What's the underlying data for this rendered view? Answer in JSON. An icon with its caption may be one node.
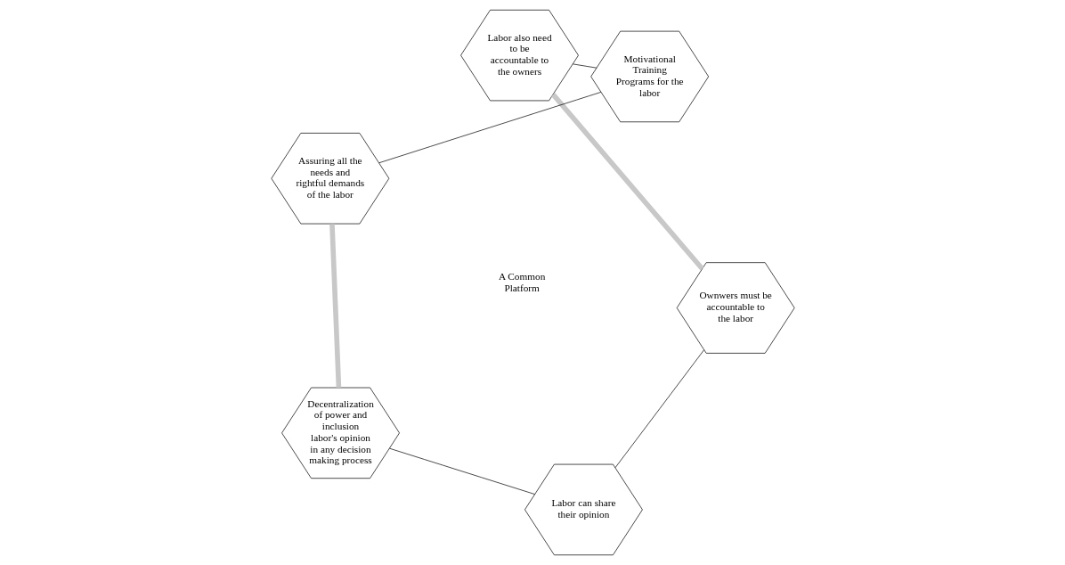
{
  "diagram": {
    "nodes": [
      {
        "text": [
          "A Common Platform"
        ]
      },
      {
        "text": [
          "Labor can share their opinion"
        ]
      },
      {
        "text": [
          "Ownwers must be accountable to the labor"
        ]
      },
      {
        "text": [
          "Labor also need to be accountable to the owners"
        ]
      },
      {
        "text": [
          "Motivational Training Programs for the labor"
        ]
      },
      {
        "text": [
          "Assuring all the needs and rightful demands of the labor"
        ]
      },
      {
        "text": [
          "Decentralization of power and inclusion labor's opinion in any decision making process"
        ]
      }
    ],
    "edges": [
      {
        "from": 1,
        "to": 2,
        "arrow": "none"
      },
      {
        "from": 2,
        "to": 3,
        "arrow": "none",
        "style": "thick",
        "color": "#c8c8c8"
      },
      {
        "from": 3,
        "to": 4,
        "arrow": "none"
      },
      {
        "from": 4,
        "to": 5,
        "arrow": "none"
      },
      {
        "from": 5,
        "to": 6,
        "arrow": "none",
        "style": "thick",
        "color": "#c8c8c8"
      },
      {
        "from": 6,
        "to": 1,
        "arrow": "none"
      }
    ]
  }
}
